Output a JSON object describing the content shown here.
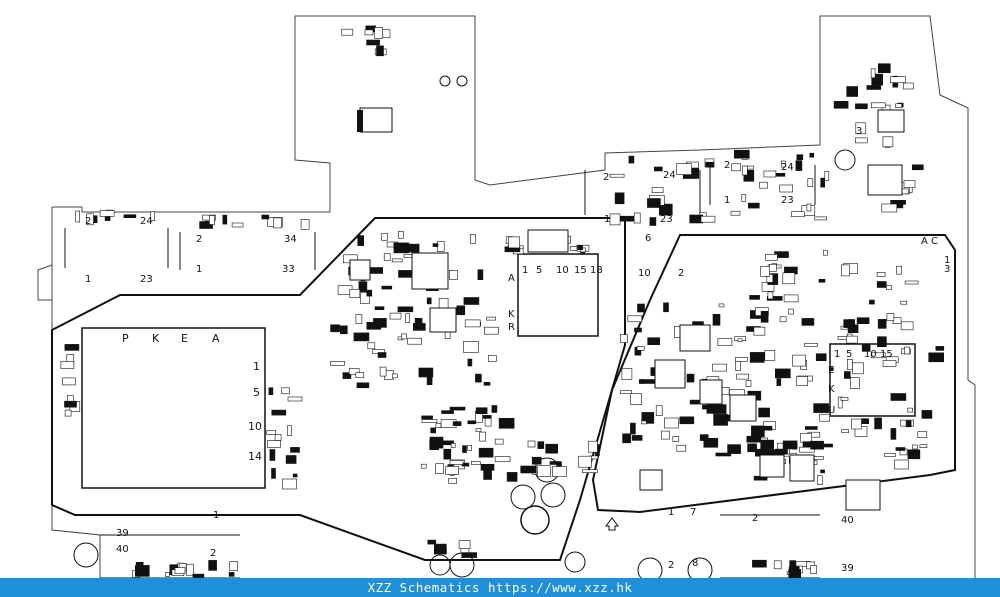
{
  "footer": {
    "text": "XZZ Schematics https://www.xzz.hk"
  },
  "labels": {
    "lU1": "1",
    "lU2": "5",
    "lU3": "10",
    "lU4": "14",
    "lP": "P",
    "lK": "K",
    "lE": "E",
    "lA": "A",
    "lL1": "2",
    "lL2": "24",
    "lL3": "23",
    "lL4": "1",
    "lM1": "2",
    "lM2": "34",
    "lM3": "1",
    "lM4": "33",
    "lN1": "1",
    "lN2": "5",
    "lN3": "10",
    "lN4": "15",
    "lN5": "18",
    "lNA": "A",
    "lNK": "K",
    "lNR": "R",
    "lT1": "2",
    "lT2": "24",
    "lT3": "1",
    "lT4": "23",
    "lT5": "1",
    "lT6": "24",
    "lT7": "23",
    "lT8": "6",
    "lT9": "10",
    "lT10": "2",
    "lR1": "1",
    "lR2": "5",
    "lR3": "10",
    "lR4": "15",
    "lRE": "E",
    "lRK": "K",
    "lRU": "U",
    "lR5": "3",
    "lR6": "1",
    "lR7": "A",
    "lR8": "C",
    "lR9": "3",
    "lB1": "1",
    "lB2": "39",
    "lB3": "40",
    "lB4": "2",
    "lB5": "1",
    "lB6": "7",
    "lB7": "2",
    "lB8": "2",
    "lB9": "8",
    "lB10": "39",
    "lB11": "40"
  }
}
